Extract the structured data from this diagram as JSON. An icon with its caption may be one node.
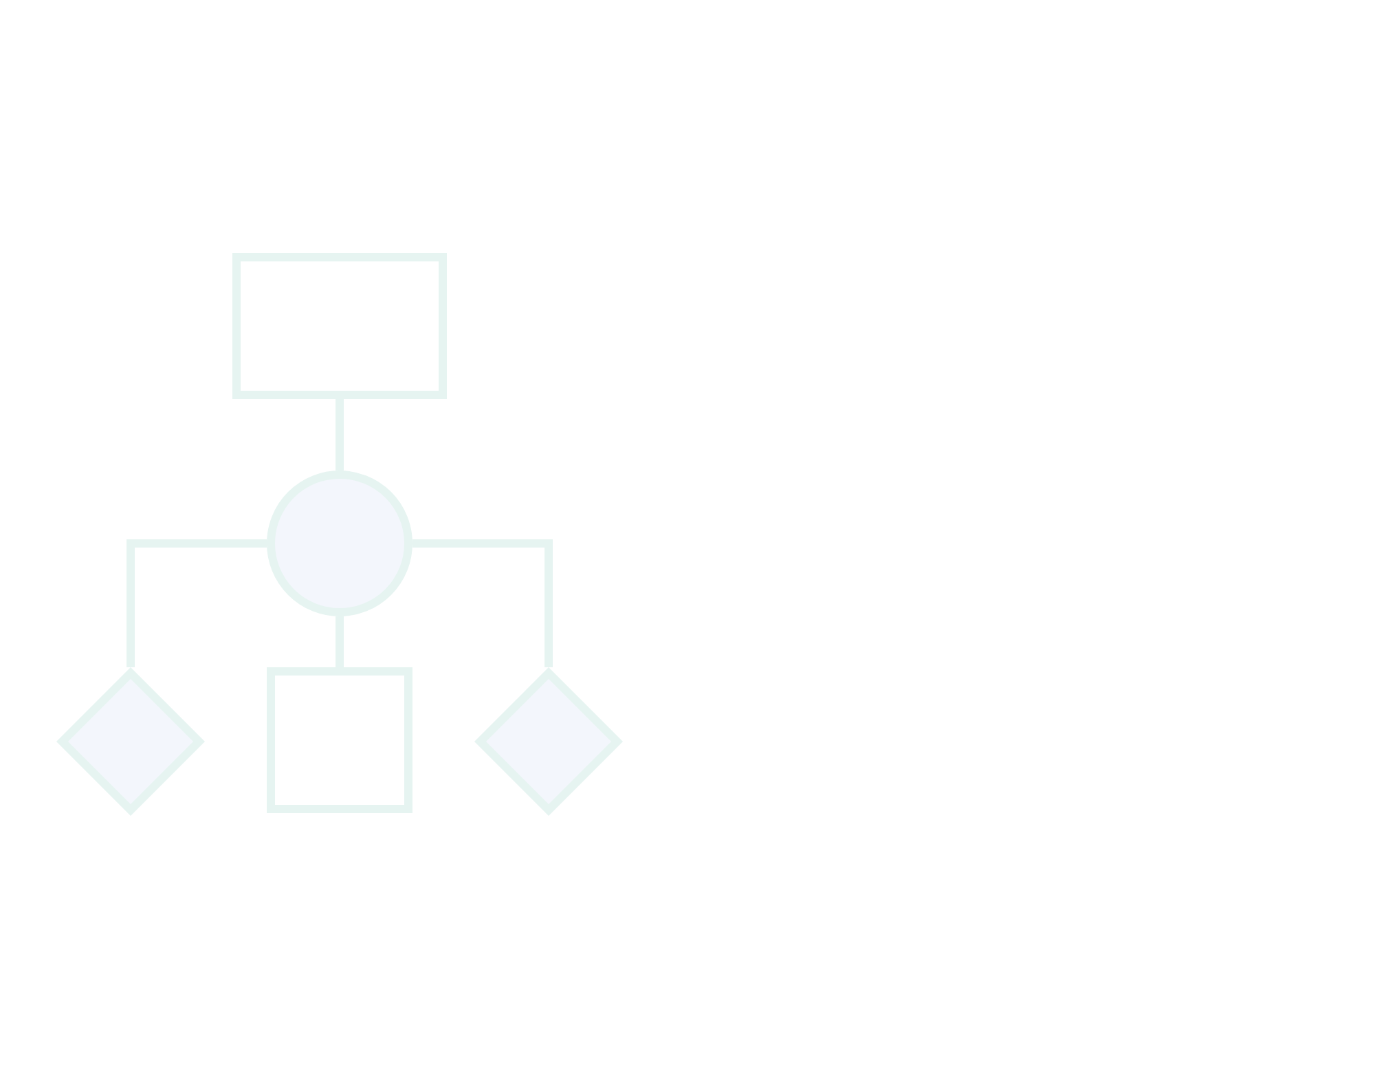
{
  "diagram": {
    "nodes": [
      {
        "text": [],
        "shape": "box"
      },
      {
        "text": [],
        "shape": "circle"
      },
      {
        "text": [],
        "shape": "diamond"
      },
      {
        "text": [],
        "shape": "box"
      },
      {
        "text": [],
        "shape": "diamond"
      }
    ],
    "edges": [
      {
        "from": 0,
        "to": 1,
        "arrow": "none"
      },
      {
        "from": 1,
        "to": 2,
        "arrow": "none"
      },
      {
        "from": 1,
        "to": 3,
        "arrow": "none"
      },
      {
        "from": 1,
        "to": 4,
        "arrow": "none"
      }
    ]
  }
}
